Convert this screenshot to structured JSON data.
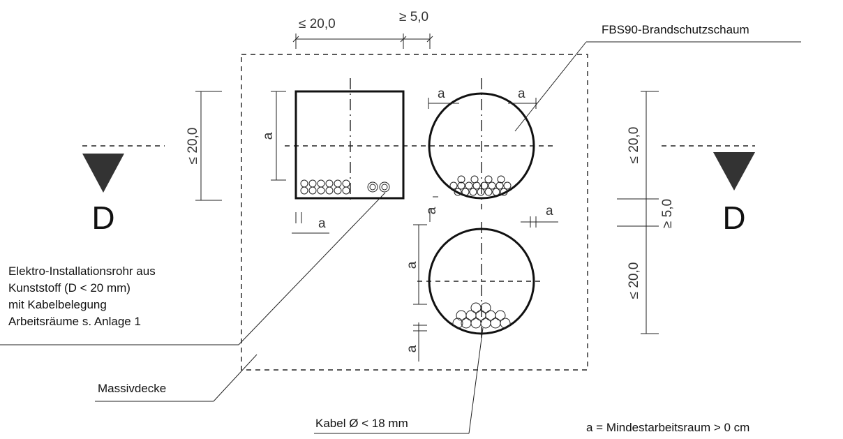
{
  "labels": {
    "foam": "FBS90-Brandschutzschaum",
    "conduit_line1": "Elektro-Installationsrohr aus",
    "conduit_line2": "Kunststoff (D < 20 mm)",
    "conduit_line3": "mit Kabelbelegung",
    "conduit_line4": "Arbeitsräume s. Anlage 1",
    "slab": "Massivdecke",
    "cable": "Kabel Ø < 18 mm",
    "legend": "a = Mindestarbeitsraum > 0 cm"
  },
  "section_marks": {
    "left": "D",
    "right": "D"
  },
  "dimensions": {
    "top_width": "≤ 20,0",
    "top_gap": "≥ 5,0",
    "left_height": "≤ 20,0",
    "right_top": "≤ 20,0",
    "right_gap": "≥ 5,0",
    "right_bottom": "≤ 20,0",
    "clearance": "a"
  }
}
